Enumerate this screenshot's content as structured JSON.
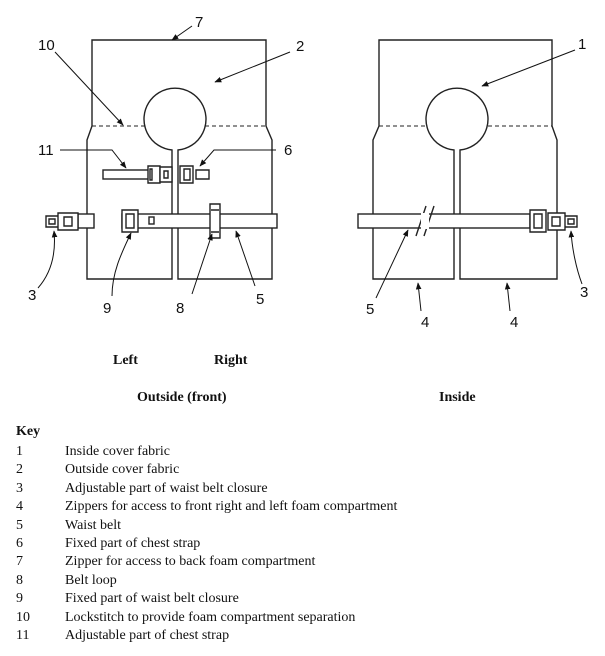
{
  "callouts": [
    "7",
    "10",
    "2",
    "1",
    "11",
    "6",
    "3",
    "9",
    "8",
    "5",
    "5",
    "4",
    "4",
    "3"
  ],
  "labels": {
    "left": "Left",
    "right": "Right",
    "outside": "Outside (front)",
    "inside": "Inside"
  },
  "key": {
    "title": "Key",
    "items": [
      {
        "num": "1",
        "text": "Inside cover fabric"
      },
      {
        "num": "2",
        "text": "Outside cover fabric"
      },
      {
        "num": "3",
        "text": "Adjustable part of waist belt closure"
      },
      {
        "num": "4",
        "text": "Zippers for access to front right and left foam compartment"
      },
      {
        "num": "5",
        "text": "Waist belt"
      },
      {
        "num": "6",
        "text": "Fixed part of chest strap"
      },
      {
        "num": "7",
        "text": "Zipper for access to back foam compartment"
      },
      {
        "num": "8",
        "text": "Belt loop"
      },
      {
        "num": "9",
        "text": "Fixed part of waist belt closure"
      },
      {
        "num": "10",
        "text": "Lockstitch to provide foam compartment separation"
      },
      {
        "num": "11",
        "text": "Adjustable part of chest strap"
      }
    ]
  }
}
